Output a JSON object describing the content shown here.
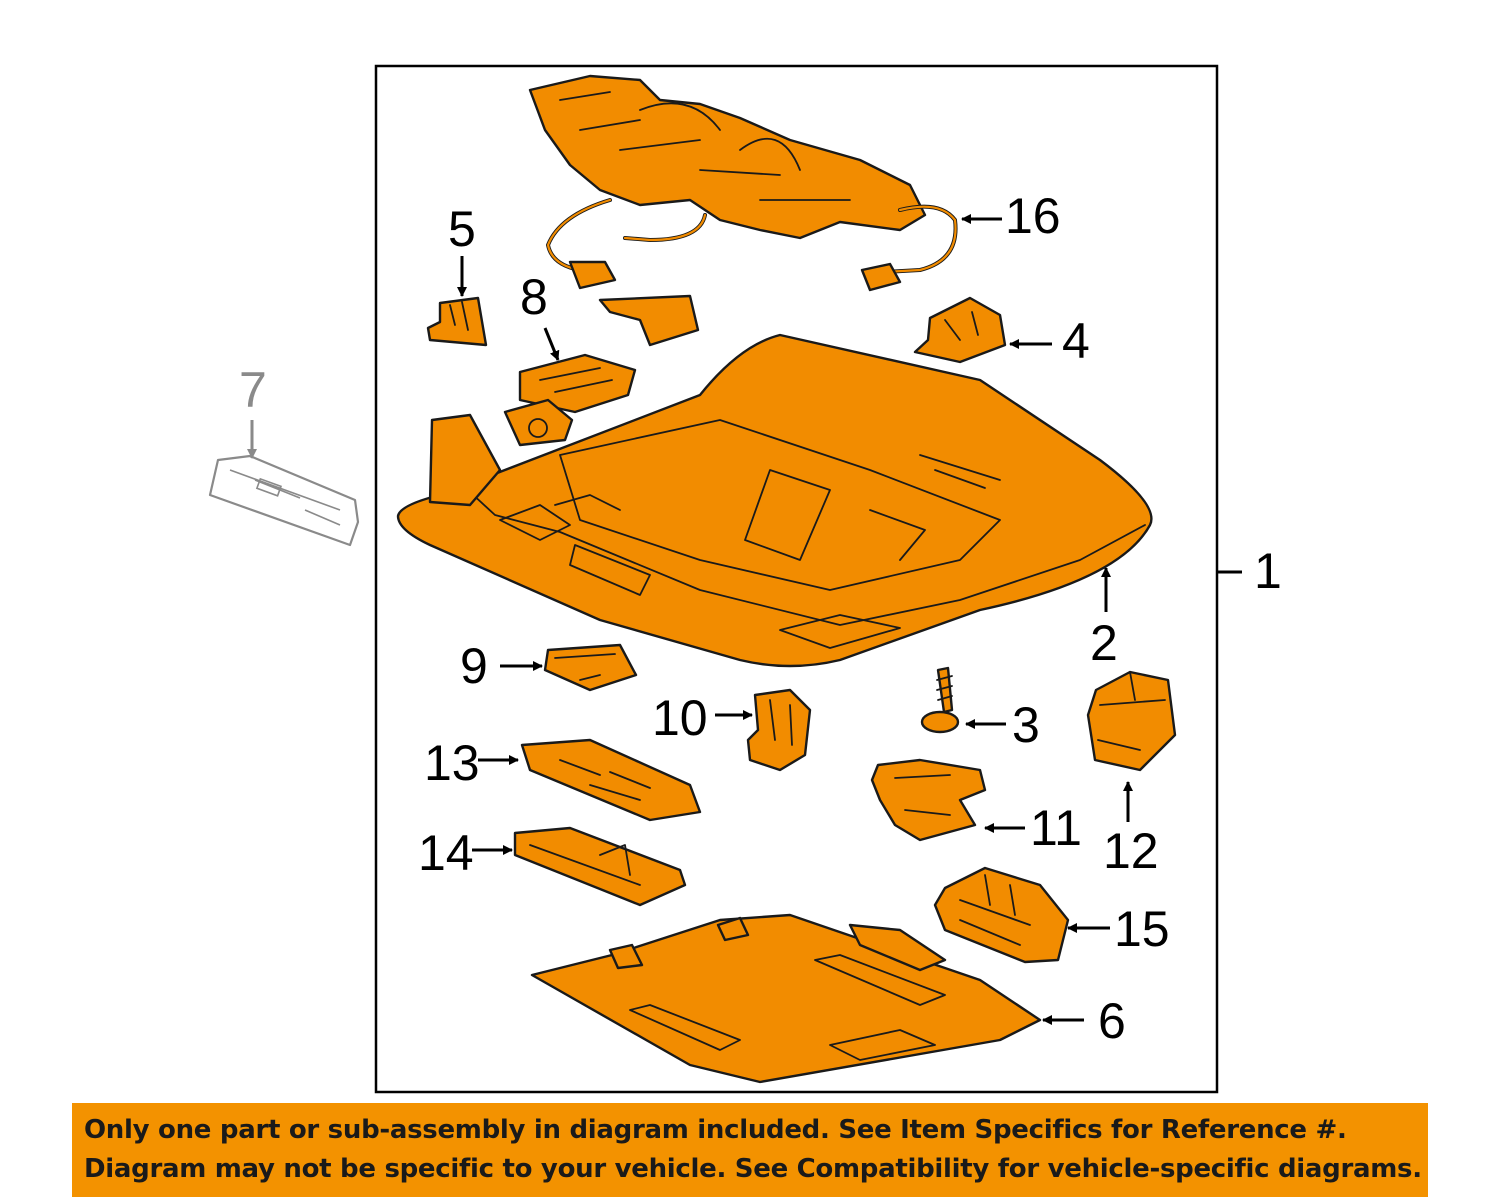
{
  "colors": {
    "part_fill": "#f28c00",
    "outline": "#1a1a1a",
    "ghost_part": "#8a8a8a",
    "banner": "#f39200"
  },
  "callouts": {
    "c1": "1",
    "c2": "2",
    "c3": "3",
    "c4": "4",
    "c5": "5",
    "c6": "6",
    "c7": "7",
    "c8": "8",
    "c9": "9",
    "c10": "10",
    "c11": "11",
    "c12": "12",
    "c13": "13",
    "c14": "14",
    "c15": "15",
    "c16": "16"
  },
  "disclaimer": {
    "line1": "Only one part or sub-assembly in diagram included. See Item Specifics for Reference #.",
    "line2": "Diagram may not be specific to your vehicle. See Compatibility for vehicle-specific diagrams."
  }
}
